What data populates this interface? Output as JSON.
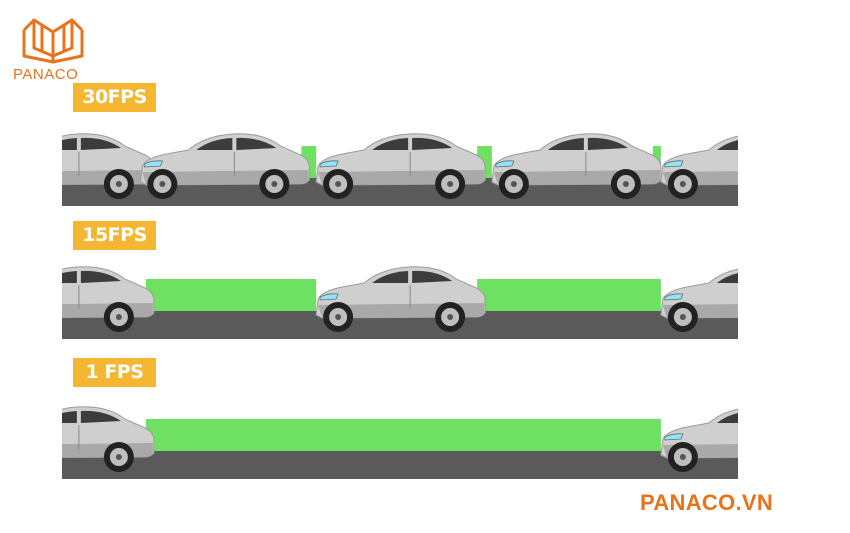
{
  "brand": {
    "logo_text": "PANACO",
    "footer_text": "PANACO.VN",
    "brand_color": "#e8731a"
  },
  "colors": {
    "label_bg": "#f5b731",
    "road": "#5a5a5a",
    "motion_trail": "#6ee062",
    "car_body": "#cfcfcf"
  },
  "rows": [
    {
      "label": "30FPS",
      "car_positions": [
        -0.12,
        0.11,
        0.37,
        0.63,
        0.88
      ]
    },
    {
      "label": "15FPS",
      "car_positions": [
        -0.12,
        0.37,
        0.88
      ]
    },
    {
      "label": "1 FPS",
      "car_positions": [
        -0.12,
        0.88
      ]
    }
  ]
}
